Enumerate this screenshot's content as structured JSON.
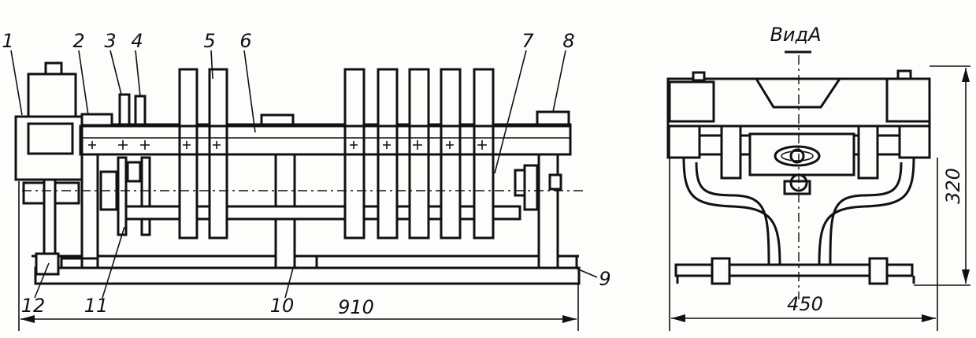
{
  "side_view": {
    "part_labels": [
      "1",
      "2",
      "3",
      "4",
      "5",
      "6",
      "7",
      "8",
      "9",
      "10",
      "11",
      "12"
    ],
    "length_dim": "910"
  },
  "end_view": {
    "title": "ВидА",
    "width_dim": "450",
    "height_dim": "320"
  },
  "colors": {
    "ink": "#111111",
    "paper": "#fdfdfb"
  }
}
